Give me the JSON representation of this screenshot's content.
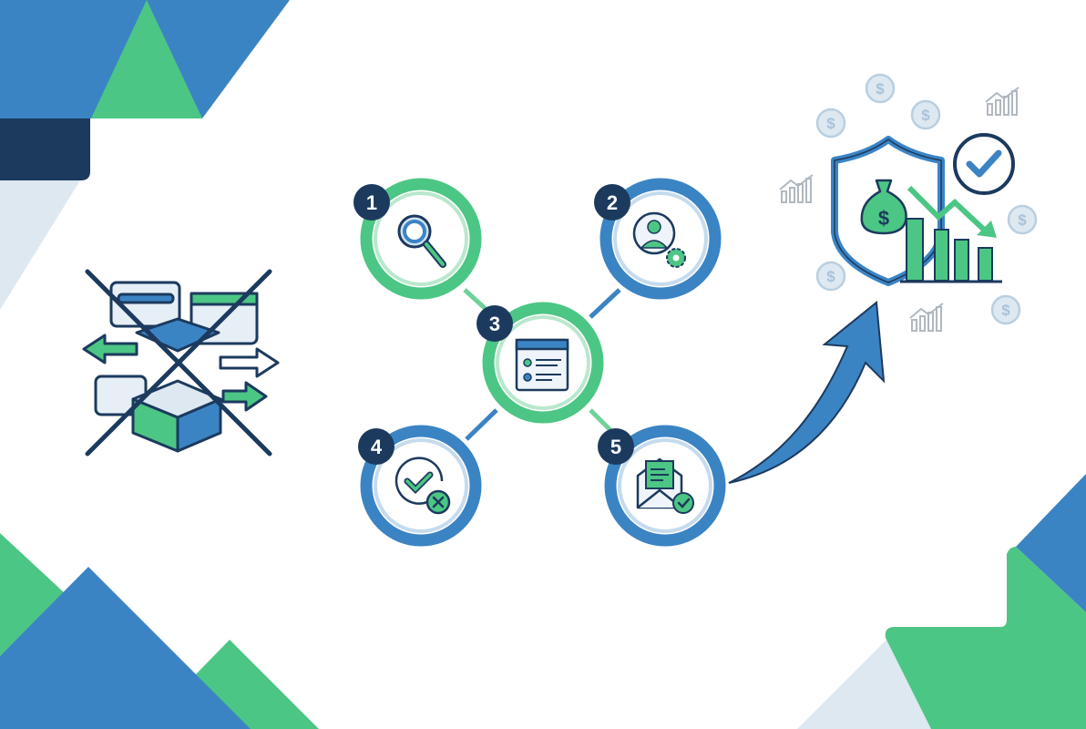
{
  "colors": {
    "blue": "#3b84c4",
    "green": "#4cc684",
    "navy": "#1c3a5e",
    "light_blue_gray": "#dde8f1",
    "pale_coin": "#c9dcea",
    "white": "#ffffff"
  },
  "legacy_icon": {
    "label": "",
    "description": "crossed-out unbox / scattered apps"
  },
  "steps": [
    {
      "number": "1",
      "icon": "magnifier-icon",
      "ring": "green"
    },
    {
      "number": "2",
      "icon": "user-gear-icon",
      "ring": "blue"
    },
    {
      "number": "3",
      "icon": "browser-list-icon",
      "ring": "green"
    },
    {
      "number": "4",
      "icon": "check-x-icon",
      "ring": "blue"
    },
    {
      "number": "5",
      "icon": "envelope-check-icon",
      "ring": "blue"
    }
  ],
  "outcome": {
    "icons": [
      "shield-icon",
      "money-bag-icon",
      "declining-bar-chart-icon",
      "check-circle-icon",
      "dollar-coin-icon",
      "growth-chart-icon"
    ],
    "coin_symbol": "$"
  }
}
